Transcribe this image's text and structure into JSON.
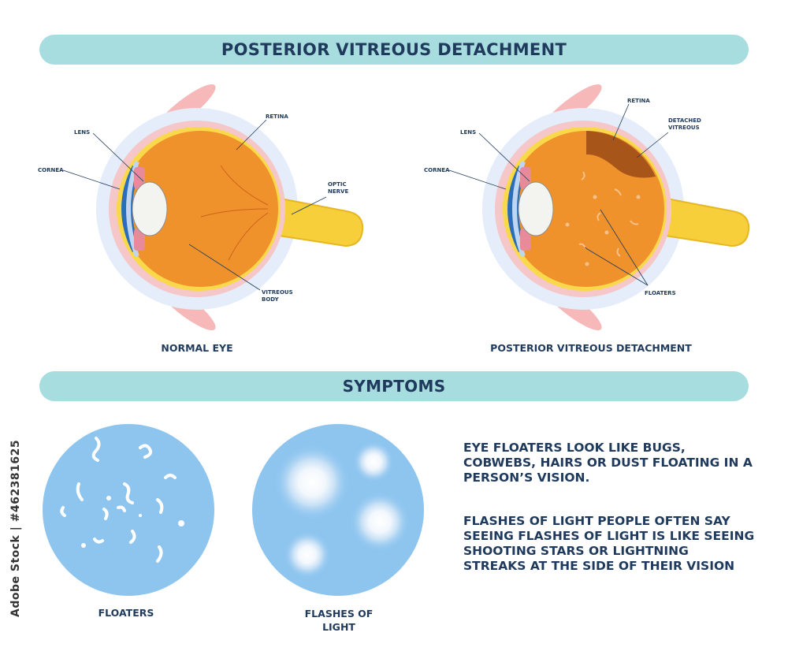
{
  "header": {
    "title": "POSTERIOR VITREOUS DETACHMENT"
  },
  "normal_eye": {
    "caption": "NORMAL EYE",
    "labels": {
      "lens": "LENS",
      "cornea": "CORNEA",
      "retina": "RETINA",
      "optic_nerve_1": "OPTIC",
      "optic_nerve_2": "NERVE",
      "vitreous_1": "VITREOUS",
      "vitreous_2": "BODY"
    }
  },
  "pvd_eye": {
    "caption": "POSTERIOR VITREOUS DETACHMENT",
    "labels": {
      "lens": "LENS",
      "cornea": "CORNEA",
      "retina": "RETINA",
      "detached_1": "DETACHED",
      "detached_2": "VITREOUS",
      "floaters": "FLOATERS"
    }
  },
  "symptoms": {
    "title": "SYMPTOMS",
    "floaters_caption": "FLOATERS",
    "flashes_caption_1": "FLASHES OF",
    "flashes_caption_2": "LIGHT",
    "floaters_text": "EYE FLOATERS LOOK LIKE BUGS, COBWEBS, HAIRS OR DUST FLOATING IN A PERSON’S VISION.",
    "flashes_text": "FLASHES OF LIGHT PEOPLE OFTEN SAY SEEING FLASHES OF LIGHT IS LIKE SEEING SHOOTING STARS OR LIGHTNING STREAKS AT THE SIDE OF THEIR VISION"
  },
  "stock_id": "Adobe Stock | #462381625",
  "colors": {
    "banner": "#a8dde0",
    "text": "#1f3a5c",
    "eyeball": "#f0922b",
    "retina_band": "#f9d94a",
    "sclera_halo": "#dfe9f8",
    "circle_blue": "#8ec5ef"
  }
}
